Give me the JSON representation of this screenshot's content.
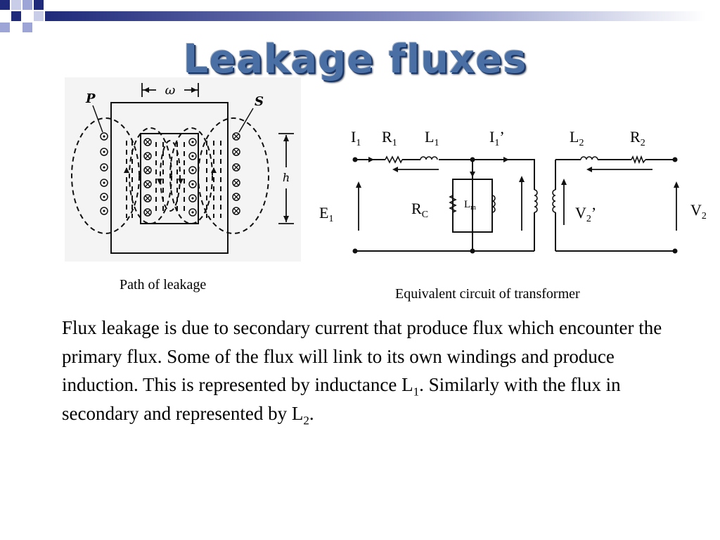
{
  "slide": {
    "title": "Leakage fluxes",
    "left_caption": "Path of leakage",
    "right_caption": "Equivalent circuit of transformer",
    "paragraph": {
      "part1": "Flux leakage is due to secondary current that produce flux which encounter the primary flux. Some of the flux will link to its own windings and produce induction. This is represented by inductance L",
      "sub1": "1",
      "part2": ". Similarly with the flux in secondary and represented by L",
      "sub2": "2",
      "part3": "."
    }
  },
  "core_diagram": {
    "labels": {
      "primary": "P",
      "secondary": "S",
      "width": "ω",
      "height": "h"
    }
  },
  "circuit": {
    "labels": {
      "i1": {
        "main": "I",
        "sub": "1"
      },
      "r1": {
        "main": "R",
        "sub": "1"
      },
      "l1": {
        "main": "L",
        "sub": "1"
      },
      "i1p": {
        "main": "I",
        "sub": "1",
        "tail": "’"
      },
      "l2": {
        "main": "L",
        "sub": "2"
      },
      "r2": {
        "main": "R",
        "sub": "2"
      },
      "e1": {
        "main": "E",
        "sub": "1"
      },
      "rc": {
        "main": "R",
        "sub": "C"
      },
      "lm": {
        "main": "L",
        "sub": "m"
      },
      "v2p": {
        "main": "V",
        "sub": "2",
        "tail": "’"
      },
      "v2": {
        "main": "V",
        "sub": "2"
      }
    }
  },
  "colors": {
    "title": "#4a6fa5",
    "title_shadow": "#1e3560",
    "corner_dark": "#1f2a7a",
    "corner_light": "#9da5d6"
  }
}
